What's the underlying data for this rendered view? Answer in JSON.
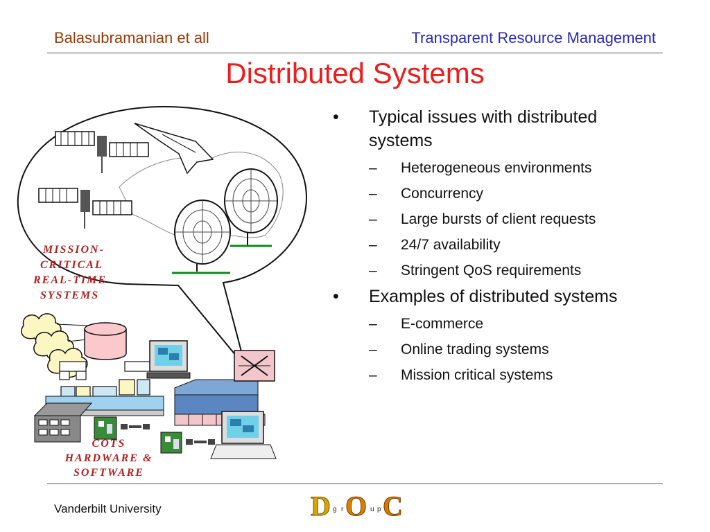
{
  "header": {
    "left": "Balasubramanian et all",
    "right": "Transparent Resource Management"
  },
  "title": "Distributed Systems",
  "bullets": [
    {
      "text": "Typical issues with distributed systems",
      "subs": [
        "Heterogeneous environments",
        "Concurrency",
        "Large bursts of client requests",
        "24/7 availability",
        "Stringent QoS requirements"
      ]
    },
    {
      "text": "Examples of distributed systems",
      "subs": [
        "E-commerce",
        "Online trading systems",
        "Mission critical systems"
      ]
    }
  ],
  "bullet_marks": {
    "l1": "•",
    "l2": "–"
  },
  "illustration": {
    "label_top": [
      "MISSION-",
      "CRITICAL",
      "REAL-TIME",
      "SYSTEMS"
    ],
    "label_bottom": [
      "COTS",
      "HARDWARE &",
      "SOFTWARE"
    ]
  },
  "footer": {
    "left": "Vanderbilt University",
    "logo_letters": [
      "D",
      "O",
      "C"
    ],
    "logo_small": [
      "g",
      "r",
      "u",
      "p"
    ]
  },
  "colors": {
    "header_left": "#9a3a06",
    "header_right": "#2a2ab8",
    "title": "#ee1c1c",
    "illustration_label": "#b32020"
  }
}
